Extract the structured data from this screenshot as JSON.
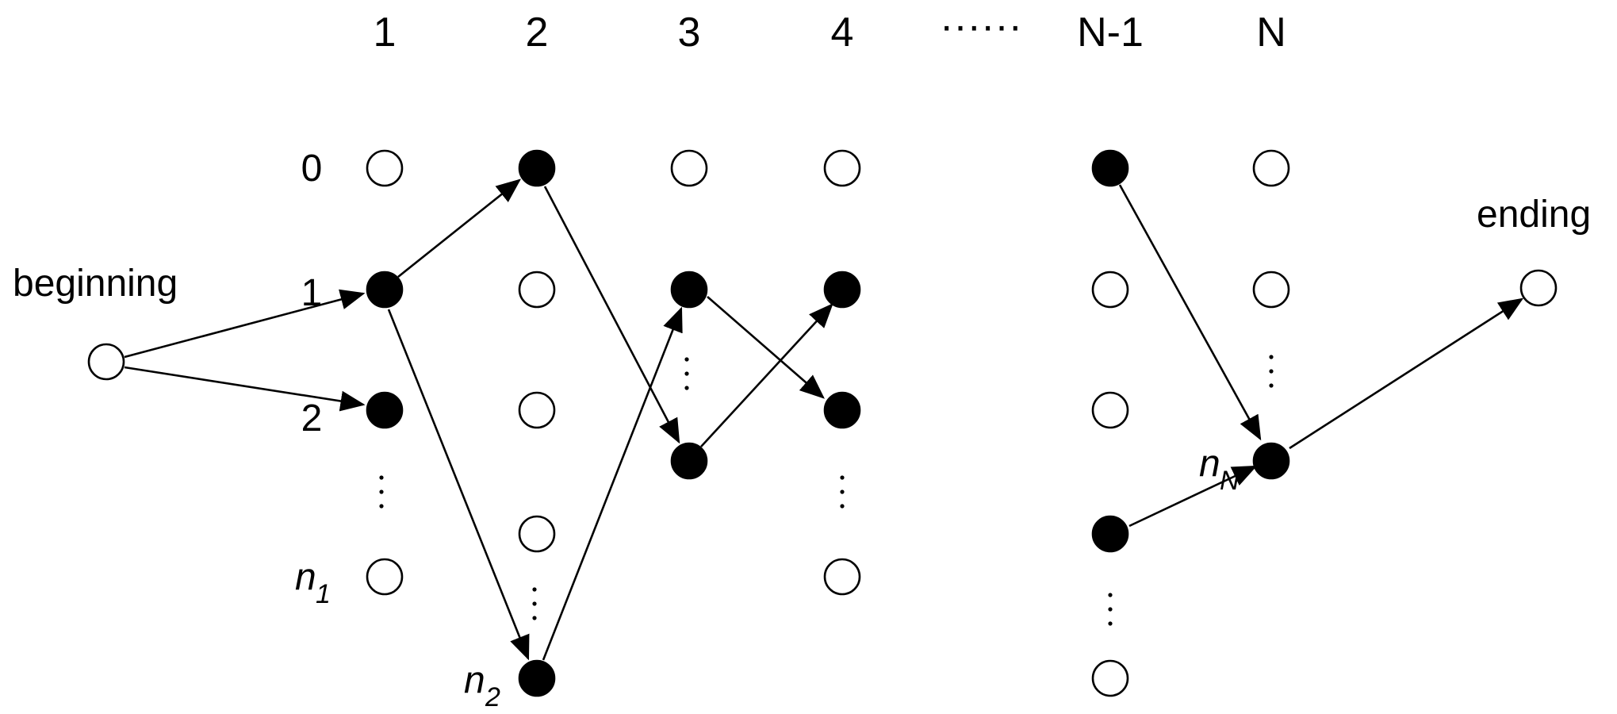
{
  "column_headers": [
    "1",
    "2",
    "3",
    "4",
    "N-1",
    "N"
  ],
  "header_ellipsis": "······",
  "row_labels": [
    "0",
    "1",
    "2"
  ],
  "start_label": "beginning",
  "end_label": "ending",
  "n_labels": {
    "n1": {
      "base": "n",
      "sub": "1"
    },
    "n2": {
      "base": "n",
      "sub": "2"
    },
    "n_N": {
      "base": "n",
      "sub": "N"
    }
  },
  "colors": {
    "stroke": "#000000",
    "filled": "#000000",
    "empty": "#ffffff"
  }
}
